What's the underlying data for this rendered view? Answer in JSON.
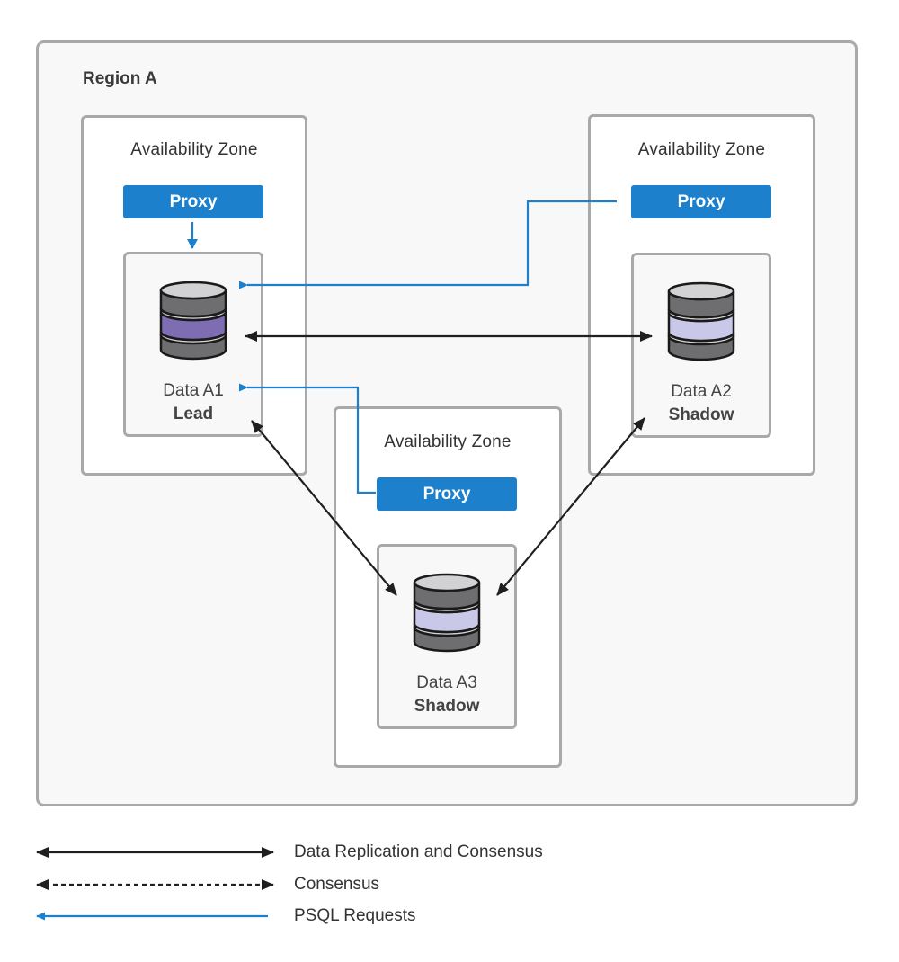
{
  "region": {
    "label": "Region A"
  },
  "zones": [
    {
      "label": "Availability Zone",
      "proxy": "Proxy",
      "node": {
        "name": "Data A1",
        "role": "Lead",
        "band_color": "#7e6db3"
      }
    },
    {
      "label": "Availability Zone",
      "proxy": "Proxy",
      "node": {
        "name": "Data A2",
        "role": "Shadow",
        "band_color": "#c9c8e8"
      }
    },
    {
      "label": "Availability Zone",
      "proxy": "Proxy",
      "node": {
        "name": "Data A3",
        "role": "Shadow",
        "band_color": "#c9c8e8"
      }
    }
  ],
  "connections": [
    {
      "from": "Proxy (Zone 1)",
      "to": "Data A1",
      "type": "PSQL Requests"
    },
    {
      "from": "Proxy (Zone 2)",
      "to": "Data A1",
      "type": "PSQL Requests"
    },
    {
      "from": "Proxy (Zone 3)",
      "to": "Data A1",
      "type": "PSQL Requests"
    },
    {
      "from": "Data A1",
      "to": "Data A2",
      "type": "Data Replication and Consensus"
    },
    {
      "from": "Data A1",
      "to": "Data A3",
      "type": "Data Replication and Consensus"
    },
    {
      "from": "Data A2",
      "to": "Data A3",
      "type": "Data Replication and Consensus"
    }
  ],
  "legend": [
    {
      "label": "Data Replication and Consensus",
      "style": "solid-double-arrow",
      "color": "#222222"
    },
    {
      "label": "Consensus",
      "style": "dashed-double-arrow",
      "color": "#222222"
    },
    {
      "label": "PSQL Requests",
      "style": "solid-single-arrow",
      "color": "#1d80cc"
    }
  ],
  "colors": {
    "proxy": "#1d80cc",
    "psql_line": "#1d80cc",
    "replication_line": "#222222",
    "border": "#a9a9ab"
  }
}
